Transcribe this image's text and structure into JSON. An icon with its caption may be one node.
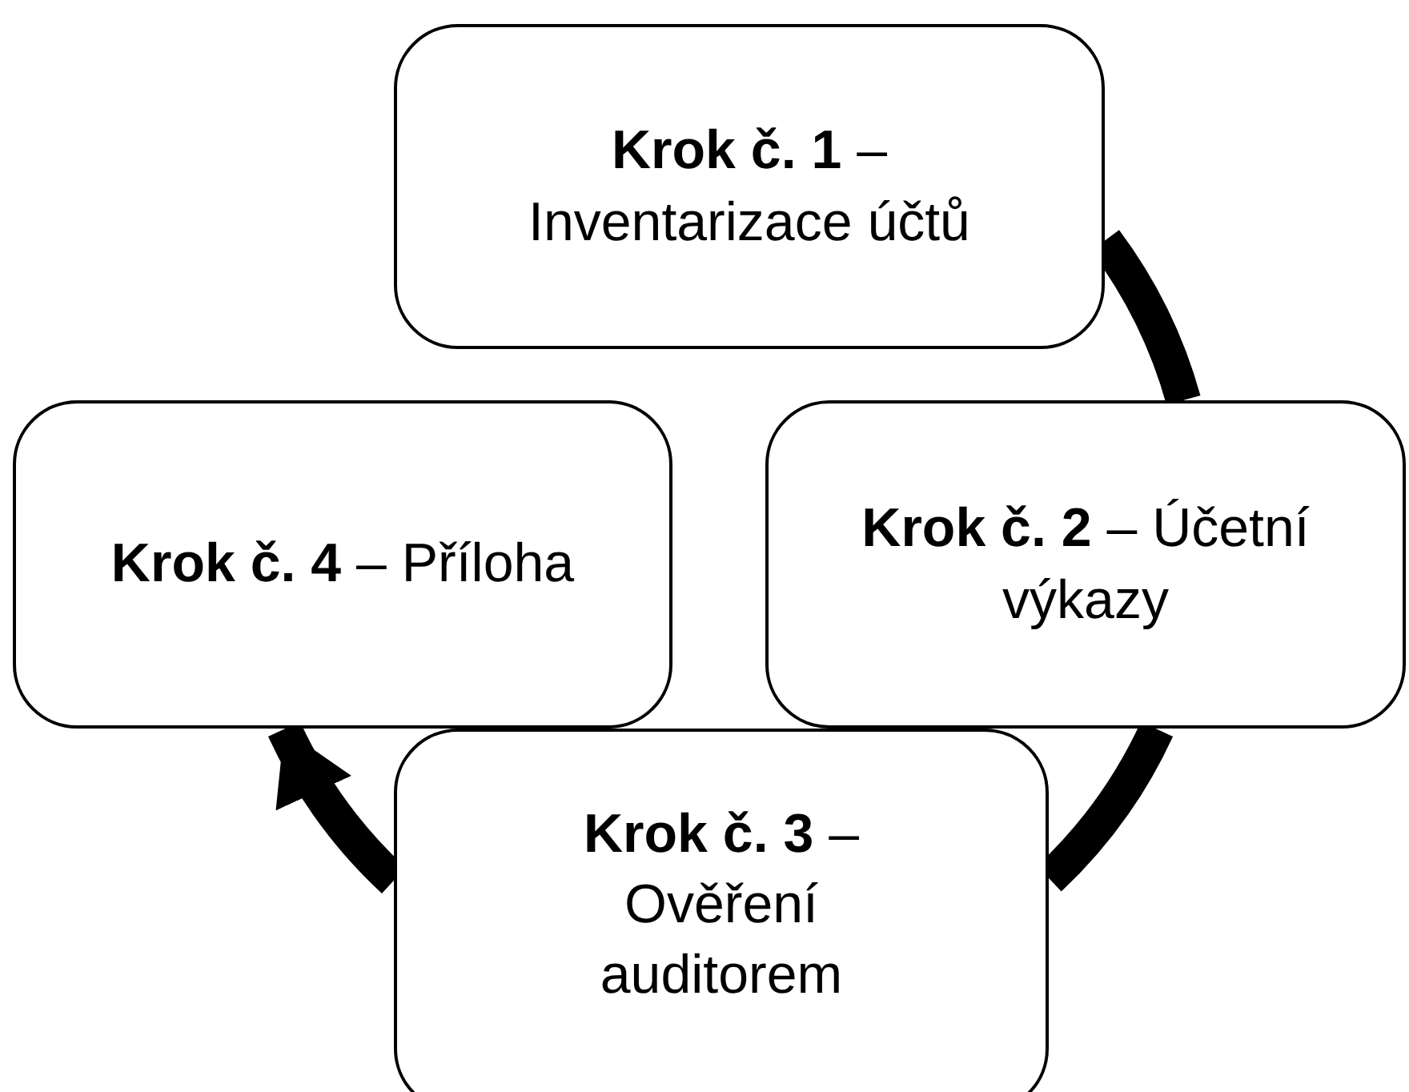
{
  "diagram": {
    "nodes": [
      {
        "text": [
          "**Krok č. 1** – Inventarizace účtů"
        ]
      },
      {
        "text": [
          "**Krok č. 2** – Účetní výkazy"
        ]
      },
      {
        "text": [
          "**Krok č. 3** – Ověření auditorem"
        ]
      },
      {
        "text": [
          "**Krok č. 4** – Příloha"
        ]
      }
    ],
    "edges": [
      {
        "from": 0,
        "to": 1,
        "arrow": "none"
      },
      {
        "from": 1,
        "to": 2,
        "arrow": "none"
      },
      {
        "from": 2,
        "to": 3,
        "arrow": "to"
      }
    ]
  }
}
